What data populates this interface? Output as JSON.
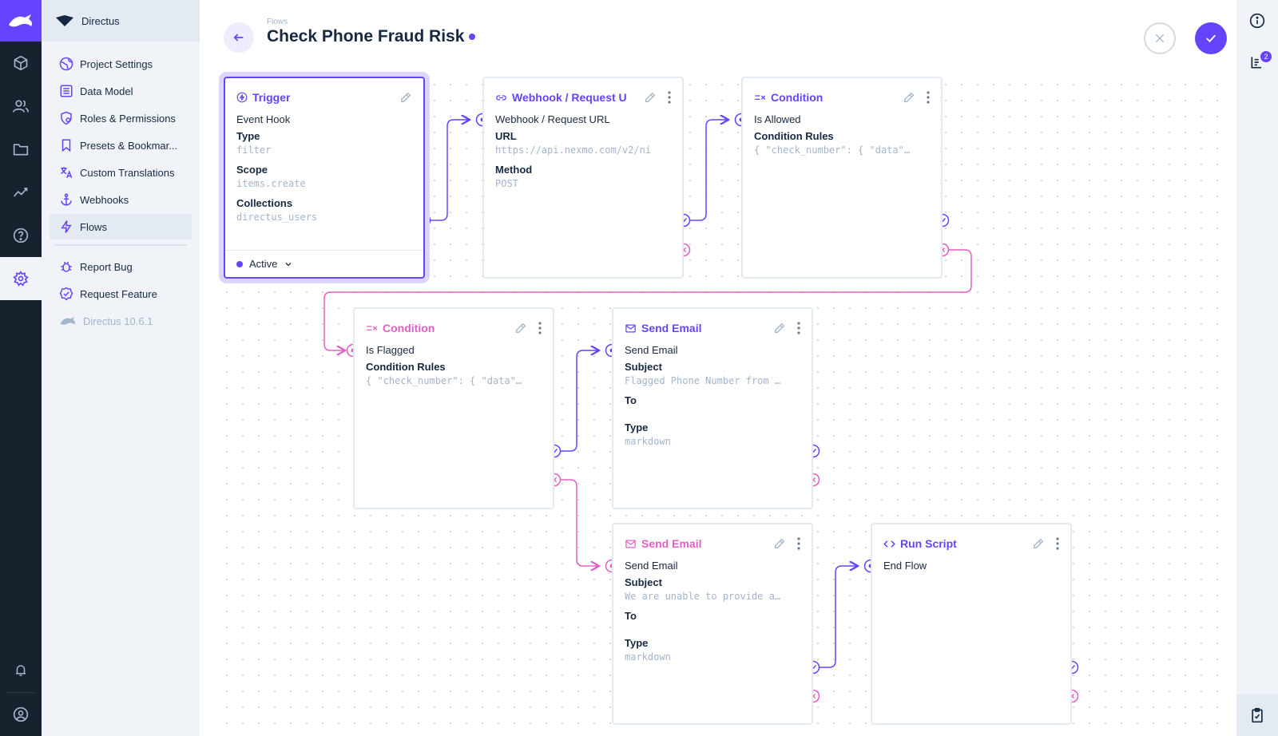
{
  "app": {
    "project_name": "Directus",
    "version": "Directus 10.6.1"
  },
  "nav": {
    "items": [
      {
        "label": "Project Settings",
        "icon": "globe-icon"
      },
      {
        "label": "Data Model",
        "icon": "list-icon"
      },
      {
        "label": "Roles & Permissions",
        "icon": "shield-icon"
      },
      {
        "label": "Presets & Bookmar...",
        "icon": "bookmark-icon"
      },
      {
        "label": "Custom Translations",
        "icon": "translate-icon"
      },
      {
        "label": "Webhooks",
        "icon": "anchor-icon"
      },
      {
        "label": "Flows",
        "icon": "bolt-icon"
      }
    ],
    "secondary": [
      {
        "label": "Report Bug",
        "icon": "bug-icon"
      },
      {
        "label": "Request Feature",
        "icon": "badge-check-icon"
      }
    ]
  },
  "header": {
    "breadcrumb": "Flows",
    "title": "Check Phone Fraud Risk"
  },
  "panels": {
    "trigger": {
      "title": "Trigger",
      "subtitle": "Event Hook",
      "type_label": "Type",
      "type_value": "filter",
      "scope_label": "Scope",
      "scope_value": "items.create",
      "collections_label": "Collections",
      "collections_value": "directus_users",
      "status": "Active"
    },
    "webhook": {
      "title": "Webhook / Request U",
      "subtitle": "Webhook / Request URL",
      "url_label": "URL",
      "url_value": "https://api.nexmo.com/v2/ni",
      "method_label": "Method",
      "method_value": "POST"
    },
    "condition1": {
      "title": "Condition",
      "subtitle": "Is Allowed",
      "rules_label": "Condition Rules",
      "rules_value": "{ \"check_number\": { \"data\"…"
    },
    "condition2": {
      "title": "Condition",
      "subtitle": "Is Flagged",
      "rules_label": "Condition Rules",
      "rules_value": "{ \"check_number\": { \"data\"…"
    },
    "email1": {
      "title": "Send Email",
      "subtitle": "Send Email",
      "subject_label": "Subject",
      "subject_value": "Flagged Phone Number from …",
      "to_label": "To",
      "type_label": "Type",
      "type_value": "markdown"
    },
    "email2": {
      "title": "Send Email",
      "subtitle": "Send Email",
      "subject_label": "Subject",
      "subject_value": "We are unable to provide a…",
      "to_label": "To",
      "type_label": "Type",
      "type_value": "markdown"
    },
    "script": {
      "title": "Run Script",
      "subtitle": "End Flow"
    }
  },
  "right_sidebar": {
    "notes_badge": "2"
  },
  "colors": {
    "accent": "#6644ff",
    "reject": "#e35ec3",
    "dark": "#18222f"
  }
}
